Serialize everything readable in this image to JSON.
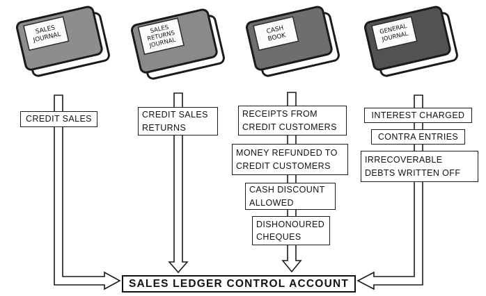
{
  "books": [
    {
      "id": "sales-journal",
      "cover_color": "#8d8d8d",
      "title_lines": [
        "SALES",
        "JOURNAL"
      ]
    },
    {
      "id": "sales-returns-journal",
      "cover_color": "#8a8a8a",
      "title_lines": [
        "SALES",
        "RETURNS",
        "JOURNAL"
      ]
    },
    {
      "id": "cash-book",
      "cover_color": "#6e6e6e",
      "title_lines": [
        "CASH",
        "BOOK"
      ]
    },
    {
      "id": "general-journal",
      "cover_color": "#525252",
      "title_lines": [
        "GENERAL",
        "JOURNAL"
      ]
    }
  ],
  "columns": [
    {
      "source": "SALES JOURNAL",
      "boxes": [
        {
          "lines": [
            "CREDIT SALES"
          ]
        }
      ]
    },
    {
      "source": "SALES RETURNS JOURNAL",
      "boxes": [
        {
          "lines": [
            "CREDIT SALES",
            "RETURNS"
          ]
        }
      ]
    },
    {
      "source": "CASH BOOK",
      "boxes": [
        {
          "lines": [
            "RECEIPTS FROM",
            "CREDIT CUSTOMERS"
          ]
        },
        {
          "lines": [
            "MONEY REFUNDED TO",
            "CREDIT CUSTOMERS"
          ]
        },
        {
          "lines": [
            "CASH DISCOUNT",
            "ALLOWED"
          ]
        },
        {
          "lines": [
            "DISHONOURED",
            "CHEQUES"
          ]
        }
      ]
    },
    {
      "source": "GENERAL JOURNAL",
      "boxes": [
        {
          "lines": [
            "INTEREST CHARGED"
          ]
        },
        {
          "lines": [
            "CONTRA ENTRIES"
          ]
        },
        {
          "lines": [
            "IRRECOVERABLE",
            "DEBTS WRITTEN OFF"
          ]
        }
      ]
    }
  ],
  "target_box": {
    "label": "SALES LEDGER CONTROL ACCOUNT"
  },
  "colors": {
    "outline": "#1a1a1a",
    "box_background": "#ffffff",
    "page_white": "#ffffff"
  }
}
